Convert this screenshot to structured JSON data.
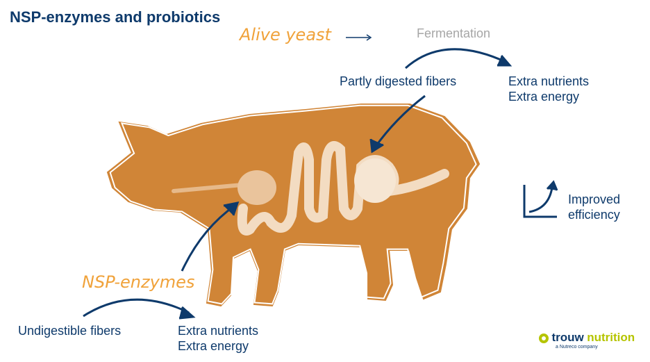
{
  "title": "NSP-enzymes and probiotics",
  "alive_yeast": "Alive yeast",
  "fermentation": "Fermentation",
  "partly_digested": "Partly digested fibers",
  "extra_top": [
    "Extra nutrients",
    "Extra energy"
  ],
  "improved": [
    "Improved",
    "efficiency"
  ],
  "nsp_enzymes": "NSP-enzymes",
  "undigestible": "Undigestible fibers",
  "extra_bottom": [
    "Extra nutrients",
    "Extra energy"
  ],
  "logo": {
    "word1": "trouw",
    "word2": "nutrition",
    "tagline": "a Nutreco company"
  },
  "colors": {
    "blue": "#0e3a6b",
    "orange": "#d08537",
    "lime": "#b5c400"
  }
}
